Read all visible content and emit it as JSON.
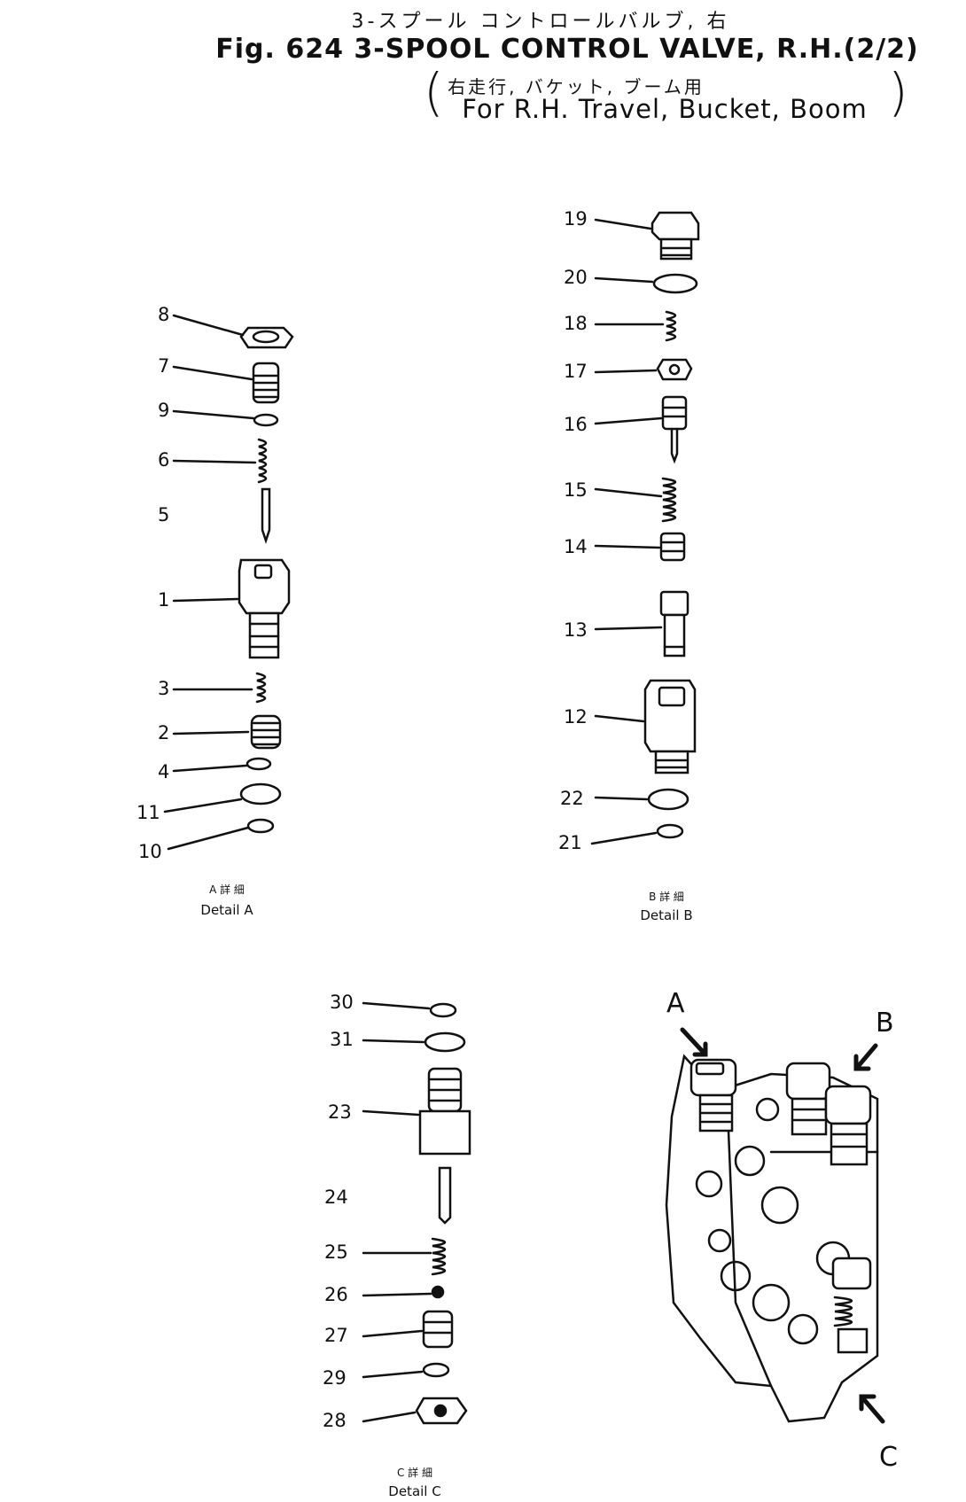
{
  "title": {
    "jp_line1": "3-スプール コントロールバルブ, 右",
    "en_line1": "Fig. 624 3-SPOOL CONTROL VALVE, R.H.(2/2)",
    "jp_line2": "右走行, バケット, ブーム用",
    "en_line2": "For R.H. Travel, Bucket, Boom"
  },
  "details": [
    {
      "jp": "A 詳 細",
      "en": "Detail A"
    },
    {
      "jp": "B 詳 細",
      "en": "Detail B"
    },
    {
      "jp": "C 詳 細",
      "en": "Detail C"
    }
  ],
  "view_letters": [
    "A",
    "B",
    "C"
  ],
  "detail_a_numbers": [
    "8",
    "7",
    "9",
    "6",
    "5",
    "1",
    "3",
    "2",
    "4",
    "11",
    "10"
  ],
  "detail_b_numbers": [
    "19",
    "20",
    "18",
    "17",
    "16",
    "15",
    "14",
    "13",
    "12",
    "22",
    "21"
  ],
  "detail_c_numbers": [
    "30",
    "31",
    "23",
    "24",
    "25",
    "26",
    "27",
    "29",
    "28"
  ]
}
